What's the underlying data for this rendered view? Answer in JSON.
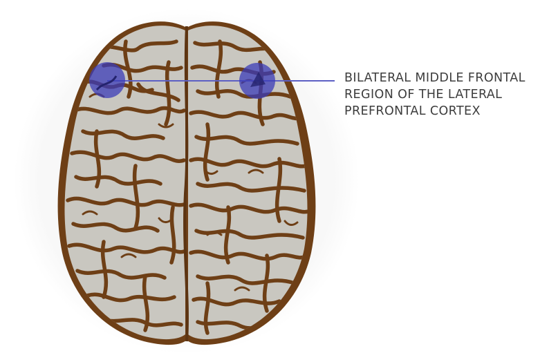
{
  "annotation": {
    "lines": [
      "BILATERAL MIDDLE FRONTAL",
      "REGION OF THE LATERAL",
      "PREFRONTAL CORTEX"
    ]
  },
  "colors": {
    "background_halo": "#f7f7f7",
    "brain_base": "#6e3f16",
    "gyri": "#c9c7c0",
    "gyri_shade": "#d6d4cd",
    "highlight_fill": "#3b3cb8",
    "highlight_opacity": 0.75,
    "leader_line": "#5c5fc4",
    "label_text": "#3d3d3d"
  },
  "diagram": {
    "view": "superior",
    "highlighted_regions": 2
  }
}
